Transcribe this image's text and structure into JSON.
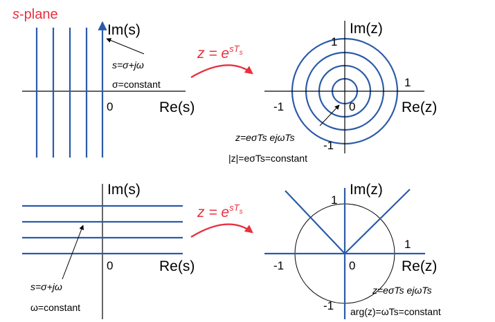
{
  "colors": {
    "accent_red": "#e8303f",
    "line_blue": "#2a5aa8",
    "axis": "#000000"
  },
  "title": {
    "var": "s",
    "rest": "-plane"
  },
  "labels": {
    "im_s": "Im(s)",
    "re_s": "Re(s)",
    "im_z": "Im(z)",
    "re_z": "Re(z)",
    "zero": "0",
    "one": "1",
    "minus_one": "-1"
  },
  "mapping": {
    "text": "z = e",
    "exp": "sT",
    "sub": "s"
  },
  "top": {
    "s_eq": "s=σ+jω",
    "condition": "σ=constant",
    "z_eq": "z=eσTs ejωTs",
    "z_cond": "|z|=eσTs=constant"
  },
  "bottom": {
    "s_eq": "s=σ+jω",
    "condition": "ω=constant",
    "z_eq": "z=eσTs ejωTs",
    "z_cond": "arg(z)=ωTs=constant"
  }
}
